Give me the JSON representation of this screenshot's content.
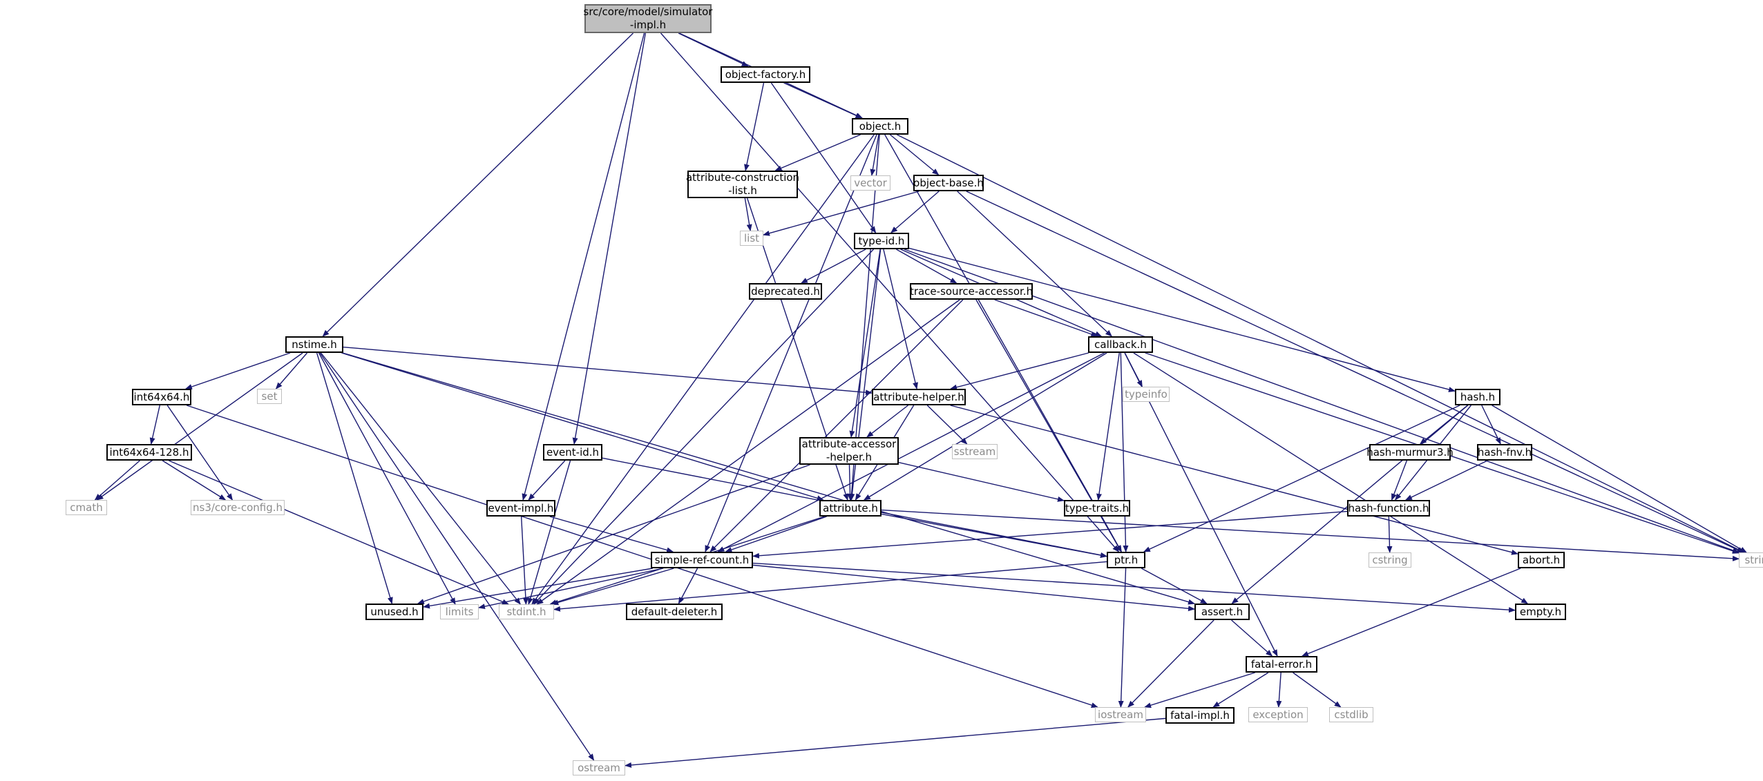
{
  "diagram": {
    "edge_color": "#191970",
    "nodes": [
      {
        "id": "root",
        "label": "src/core/model/simulator\n-impl.h",
        "kind": "root"
      },
      {
        "id": "object-factory",
        "label": "object-factory.h",
        "kind": "local"
      },
      {
        "id": "object",
        "label": "object.h",
        "kind": "local"
      },
      {
        "id": "attr-construction",
        "label": "attribute-construction\n-list.h",
        "kind": "local"
      },
      {
        "id": "vector",
        "label": "vector",
        "kind": "sys"
      },
      {
        "id": "object-base",
        "label": "object-base.h",
        "kind": "local"
      },
      {
        "id": "list",
        "label": "list",
        "kind": "sys"
      },
      {
        "id": "type-id",
        "label": "type-id.h",
        "kind": "local"
      },
      {
        "id": "deprecated",
        "label": "deprecated.h",
        "kind": "local"
      },
      {
        "id": "trace-source",
        "label": "trace-source-accessor.h",
        "kind": "local"
      },
      {
        "id": "nstime",
        "label": "nstime.h",
        "kind": "local"
      },
      {
        "id": "callback",
        "label": "callback.h",
        "kind": "local"
      },
      {
        "id": "int64x64",
        "label": "int64x64.h",
        "kind": "local"
      },
      {
        "id": "set",
        "label": "set",
        "kind": "sys"
      },
      {
        "id": "attr-helper",
        "label": "attribute-helper.h",
        "kind": "local"
      },
      {
        "id": "typeinfo",
        "label": "typeinfo",
        "kind": "sys"
      },
      {
        "id": "hash",
        "label": "hash.h",
        "kind": "local"
      },
      {
        "id": "int64x64-128",
        "label": "int64x64-128.h",
        "kind": "local"
      },
      {
        "id": "event-id",
        "label": "event-id.h",
        "kind": "local"
      },
      {
        "id": "attr-accessor",
        "label": "attribute-accessor\n-helper.h",
        "kind": "local"
      },
      {
        "id": "sstream",
        "label": "sstream",
        "kind": "sys"
      },
      {
        "id": "hash-murmur3",
        "label": "hash-murmur3.h",
        "kind": "local"
      },
      {
        "id": "hash-fnv",
        "label": "hash-fnv.h",
        "kind": "local"
      },
      {
        "id": "cmath",
        "label": "cmath",
        "kind": "sys"
      },
      {
        "id": "ns3-config",
        "label": "ns3/core-config.h",
        "kind": "sys"
      },
      {
        "id": "event-impl",
        "label": "event-impl.h",
        "kind": "local"
      },
      {
        "id": "attribute",
        "label": "attribute.h",
        "kind": "local"
      },
      {
        "id": "type-traits",
        "label": "type-traits.h",
        "kind": "local"
      },
      {
        "id": "hash-function",
        "label": "hash-function.h",
        "kind": "local"
      },
      {
        "id": "simple-ref-count",
        "label": "simple-ref-count.h",
        "kind": "local"
      },
      {
        "id": "ptr",
        "label": "ptr.h",
        "kind": "local"
      },
      {
        "id": "cstring",
        "label": "cstring",
        "kind": "sys"
      },
      {
        "id": "abort",
        "label": "abort.h",
        "kind": "local"
      },
      {
        "id": "string",
        "label": "string",
        "kind": "sys"
      },
      {
        "id": "unused",
        "label": "unused.h",
        "kind": "local"
      },
      {
        "id": "limits",
        "label": "limits",
        "kind": "sys"
      },
      {
        "id": "stdint",
        "label": "stdint.h",
        "kind": "sys"
      },
      {
        "id": "default-deleter",
        "label": "default-deleter.h",
        "kind": "local"
      },
      {
        "id": "assert",
        "label": "assert.h",
        "kind": "local"
      },
      {
        "id": "empty",
        "label": "empty.h",
        "kind": "local"
      },
      {
        "id": "fatal-error",
        "label": "fatal-error.h",
        "kind": "local"
      },
      {
        "id": "iostream",
        "label": "iostream",
        "kind": "sys"
      },
      {
        "id": "fatal-impl",
        "label": "fatal-impl.h",
        "kind": "local"
      },
      {
        "id": "exception",
        "label": "exception",
        "kind": "sys"
      },
      {
        "id": "cstdlib",
        "label": "cstdlib",
        "kind": "sys"
      },
      {
        "id": "ostream",
        "label": "ostream",
        "kind": "sys"
      }
    ],
    "edges": [
      [
        "root",
        "object-factory"
      ],
      [
        "root",
        "object"
      ],
      [
        "root",
        "nstime"
      ],
      [
        "root",
        "event-impl"
      ],
      [
        "root",
        "event-id"
      ],
      [
        "root",
        "ptr"
      ],
      [
        "object-factory",
        "object"
      ],
      [
        "object-factory",
        "attr-construction"
      ],
      [
        "object-factory",
        "type-id"
      ],
      [
        "object",
        "attr-construction"
      ],
      [
        "object",
        "vector"
      ],
      [
        "object",
        "object-base"
      ],
      [
        "object",
        "simple-ref-count"
      ],
      [
        "object",
        "stdint"
      ],
      [
        "object",
        "attribute"
      ],
      [
        "object",
        "ptr"
      ],
      [
        "object",
        "string"
      ],
      [
        "attr-construction",
        "list"
      ],
      [
        "attr-construction",
        "attribute"
      ],
      [
        "object-base",
        "list"
      ],
      [
        "object-base",
        "type-id"
      ],
      [
        "object-base",
        "callback"
      ],
      [
        "object-base",
        "string"
      ],
      [
        "type-id",
        "deprecated"
      ],
      [
        "type-id",
        "trace-source"
      ],
      [
        "type-id",
        "callback"
      ],
      [
        "type-id",
        "attr-helper"
      ],
      [
        "type-id",
        "attr-accessor"
      ],
      [
        "type-id",
        "attribute"
      ],
      [
        "type-id",
        "hash"
      ],
      [
        "type-id",
        "stdint"
      ],
      [
        "type-id",
        "string"
      ],
      [
        "trace-source",
        "callback"
      ],
      [
        "trace-source",
        "simple-ref-count"
      ],
      [
        "trace-source",
        "ptr"
      ],
      [
        "trace-source",
        "stdint"
      ],
      [
        "callback",
        "typeinfo"
      ],
      [
        "callback",
        "attr-helper"
      ],
      [
        "callback",
        "simple-ref-count"
      ],
      [
        "callback",
        "attribute"
      ],
      [
        "callback",
        "type-traits"
      ],
      [
        "callback",
        "ptr"
      ],
      [
        "callback",
        "empty"
      ],
      [
        "callback",
        "fatal-error"
      ],
      [
        "callback",
        "string"
      ],
      [
        "nstime",
        "int64x64"
      ],
      [
        "nstime",
        "set"
      ],
      [
        "nstime",
        "attr-helper"
      ],
      [
        "nstime",
        "attribute"
      ],
      [
        "nstime",
        "assert"
      ],
      [
        "nstime",
        "cmath"
      ],
      [
        "nstime",
        "unused"
      ],
      [
        "nstime",
        "limits"
      ],
      [
        "nstime",
        "stdint"
      ],
      [
        "nstime",
        "ostream"
      ],
      [
        "int64x64",
        "int64x64-128"
      ],
      [
        "int64x64",
        "ns3-config"
      ],
      [
        "int64x64",
        "iostream"
      ],
      [
        "int64x64-128",
        "cmath"
      ],
      [
        "int64x64-128",
        "ns3-config"
      ],
      [
        "int64x64-128",
        "stdint"
      ],
      [
        "attr-helper",
        "attr-accessor"
      ],
      [
        "attr-helper",
        "attribute"
      ],
      [
        "attr-helper",
        "sstream"
      ],
      [
        "attr-helper",
        "abort"
      ],
      [
        "hash",
        "hash-murmur3"
      ],
      [
        "hash",
        "hash-fnv"
      ],
      [
        "hash",
        "hash-function"
      ],
      [
        "hash",
        "ptr"
      ],
      [
        "hash",
        "assert"
      ],
      [
        "hash",
        "string"
      ],
      [
        "hash-murmur3",
        "hash-function"
      ],
      [
        "hash-fnv",
        "hash-function"
      ],
      [
        "event-id",
        "event-impl"
      ],
      [
        "event-id",
        "ptr"
      ],
      [
        "event-id",
        "stdint"
      ],
      [
        "event-impl",
        "simple-ref-count"
      ],
      [
        "event-impl",
        "stdint"
      ],
      [
        "attr-accessor",
        "attribute"
      ],
      [
        "attr-accessor",
        "type-traits"
      ],
      [
        "attr-accessor",
        "unused"
      ],
      [
        "attribute",
        "simple-ref-count"
      ],
      [
        "attribute",
        "ptr"
      ],
      [
        "attribute",
        "stdint"
      ],
      [
        "attribute",
        "string"
      ],
      [
        "type-traits",
        "ptr"
      ],
      [
        "hash-function",
        "simple-ref-count"
      ],
      [
        "hash-function",
        "cstring"
      ],
      [
        "simple-ref-count",
        "default-deleter"
      ],
      [
        "simple-ref-count",
        "assert"
      ],
      [
        "simple-ref-count",
        "empty"
      ],
      [
        "simple-ref-count",
        "unused"
      ],
      [
        "simple-ref-count",
        "limits"
      ],
      [
        "simple-ref-count",
        "stdint"
      ],
      [
        "ptr",
        "assert"
      ],
      [
        "ptr",
        "stdint"
      ],
      [
        "ptr",
        "iostream"
      ],
      [
        "abort",
        "fatal-error"
      ],
      [
        "assert",
        "fatal-error"
      ],
      [
        "assert",
        "iostream"
      ],
      [
        "fatal-error",
        "iostream"
      ],
      [
        "fatal-error",
        "fatal-impl"
      ],
      [
        "fatal-error",
        "exception"
      ],
      [
        "fatal-error",
        "cstdlib"
      ],
      [
        "fatal-impl",
        "ostream"
      ]
    ]
  }
}
